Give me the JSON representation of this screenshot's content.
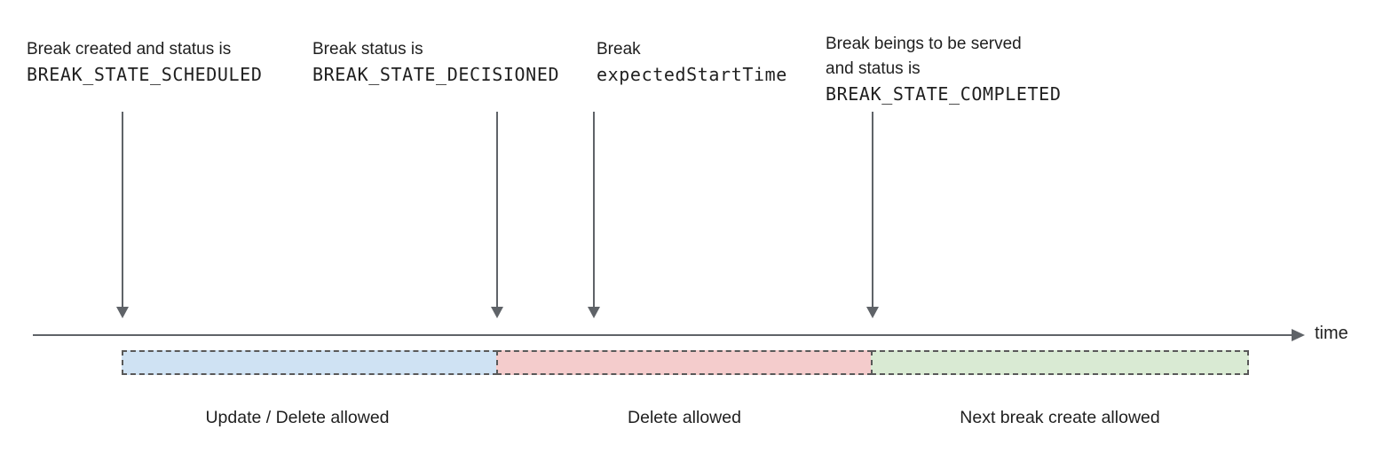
{
  "annotations": [
    {
      "line1": "Break created and status is",
      "line2": "BREAK_STATE_SCHEDULED"
    },
    {
      "line1": "Break status is",
      "line2": "BREAK_STATE_DECISIONED"
    },
    {
      "line1": "Break",
      "line2": "expectedStartTime"
    },
    {
      "line1": "Break beings to be served",
      "line2": "and status is",
      "line3": "BREAK_STATE_COMPLETED"
    }
  ],
  "timeline": {
    "axis_label": "time"
  },
  "segments": [
    {
      "label": "Update / Delete allowed",
      "color": "#cfe2f3"
    },
    {
      "label": "Delete allowed",
      "color": "#f4cccc"
    },
    {
      "label": "Next break create allowed",
      "color": "#d9ead3"
    }
  ],
  "colors": {
    "arrow": "#5f6368",
    "segment_border": "#595959",
    "text": "#1f1f1f"
  }
}
